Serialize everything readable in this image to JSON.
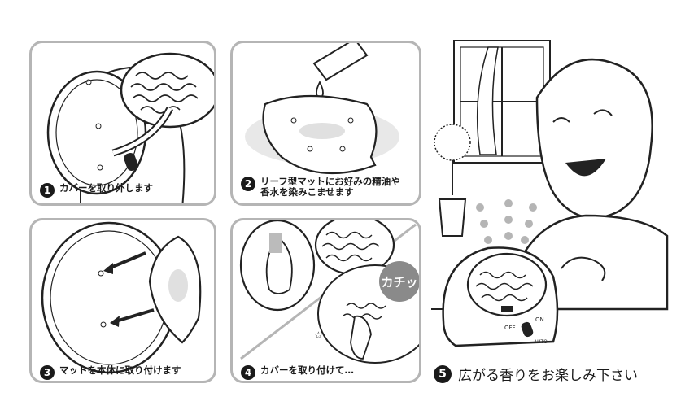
{
  "steps": [
    {
      "number": "1",
      "lines": [
        "カバーを取り外します"
      ]
    },
    {
      "number": "2",
      "lines": [
        "リーフ型マットにお好みの精油や",
        "香水を染みこませます"
      ]
    },
    {
      "number": "3",
      "lines": [
        "マットを本体に取り付けます"
      ]
    },
    {
      "number": "4",
      "lines": [
        "カバーを取り付けて…"
      ]
    },
    {
      "number": "5",
      "lines": [
        "広がる香りをお楽しみ下さい"
      ]
    }
  ],
  "device_labels": {
    "off": "OFF",
    "on": "ON",
    "auto": "AUTO"
  },
  "click_sound": "カチッ"
}
